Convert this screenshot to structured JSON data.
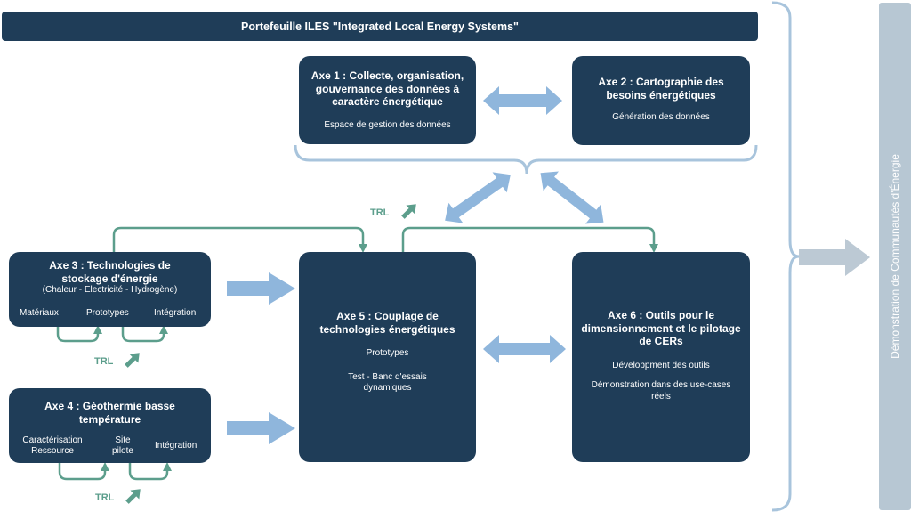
{
  "colors": {
    "box": "#1f3d58",
    "arrow_light": "#8fb6dc",
    "trl": "#5c9e8c",
    "bracket": "#a8c4dc",
    "side_bar": "#b7c7d3",
    "big_arrow": "#bcc9d4"
  },
  "banner": "Portefeuille ILES \"Integrated Local Energy Systems\"",
  "side_label": "Démonstration de Communautés d'Énergie",
  "axe1": {
    "title": "Axe 1 : Collecte, organisation, gouvernance des données à caractère énergétique",
    "sub": "Espace de gestion des données"
  },
  "axe2": {
    "title": "Axe 2 : Cartographie des besoins énergétiques",
    "sub": "Génération des données"
  },
  "axe3": {
    "title": "Axe 3 : Technologies de stockage d'énergie",
    "subtitle": "(Chaleur - Electricité - Hydrogène)",
    "steps": [
      "Matériaux",
      "Prototypes",
      "Intégration"
    ]
  },
  "axe4": {
    "title": "Axe 4 : Géothermie basse température",
    "steps": [
      "Caractérisation Ressource",
      "Site pilote",
      "Intégration"
    ]
  },
  "axe5": {
    "title": "Axe 5 : Couplage de technologies énergétiques",
    "sub1": "Prototypes",
    "sub2": "Test - Banc d'essais dynamiques"
  },
  "axe6": {
    "title": "Axe 6 : Outils pour le dimensionnement et le pilotage de CERs",
    "sub1": "Développment des outils",
    "sub2": "Démonstration dans des use-cases réels"
  },
  "trl_label": "TRL"
}
